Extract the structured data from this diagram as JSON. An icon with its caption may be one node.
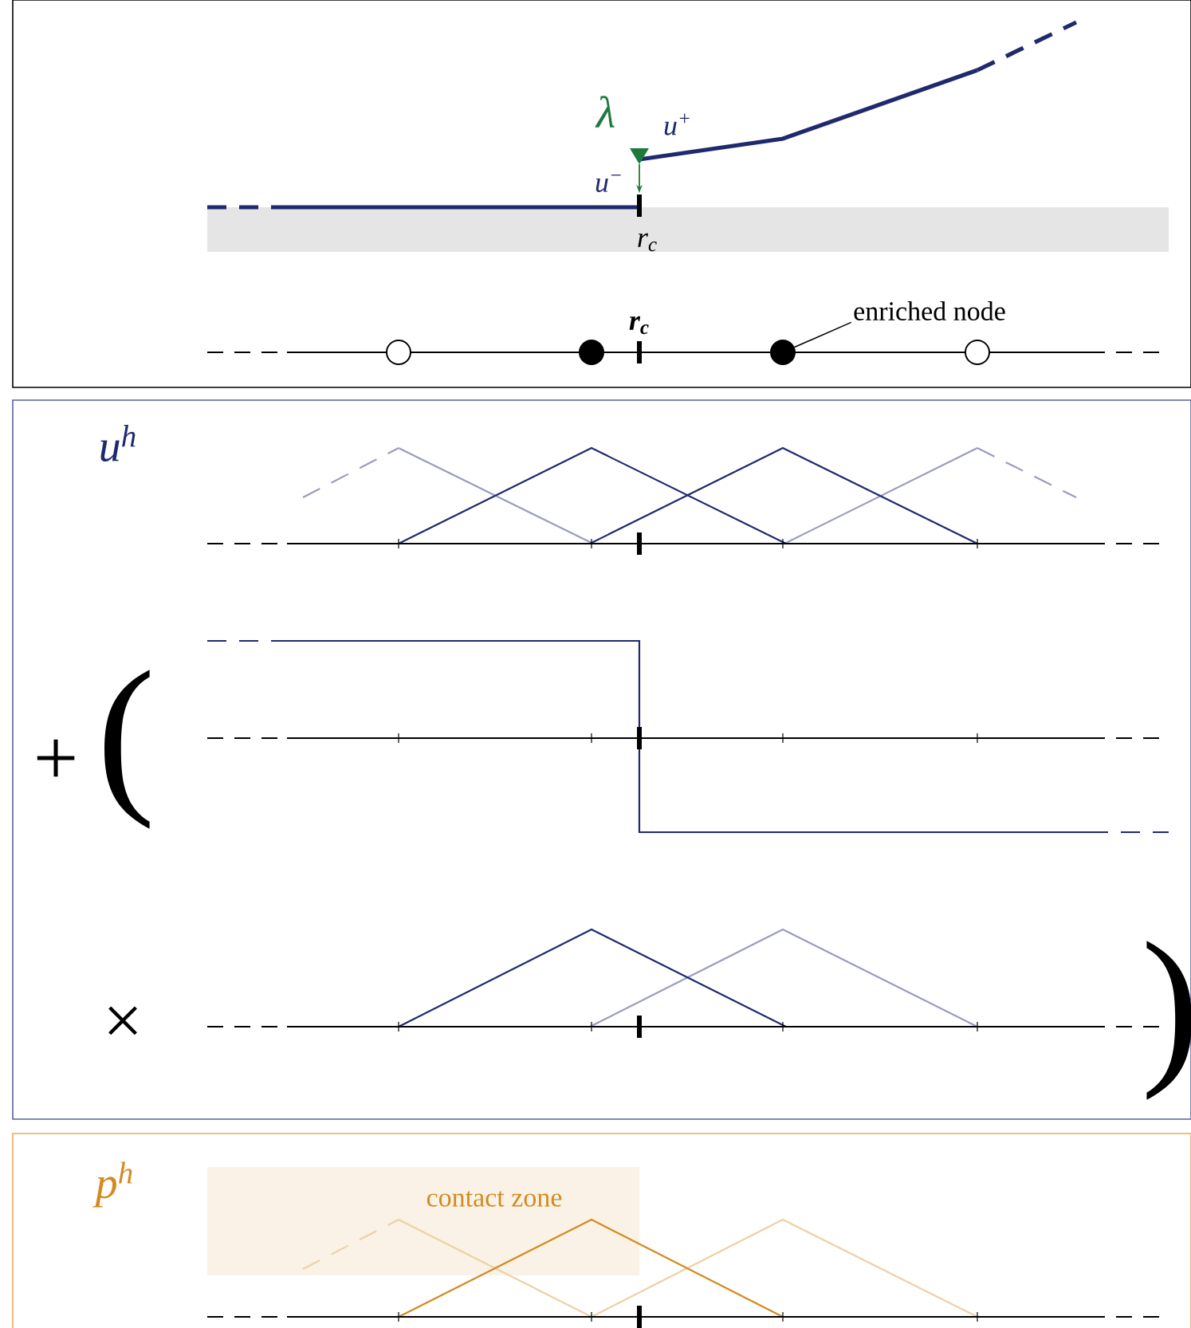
{
  "diagram": {
    "nodes": [
      {
        "text": [
          "enriched node"
        ]
      },
      {
        "text": [],
        "shape": "circle"
      },
      {
        "text": [],
        "shape": "circle"
      },
      {
        "text": [],
        "shape": "circle"
      },
      {
        "text": [],
        "shape": "circle"
      }
    ],
    "edges": [
      {
        "from": 0,
        "to": 3,
        "arrow": "none"
      }
    ],
    "labels": [
      "λ",
      "u$^{+}$",
      "u$^{−}$",
      "r$_{c}$",
      "r$_{c}$",
      "u$^{h}$",
      "+",
      "(",
      "×",
      ")",
      "p$^{h}$",
      "contact zone"
    ]
  }
}
